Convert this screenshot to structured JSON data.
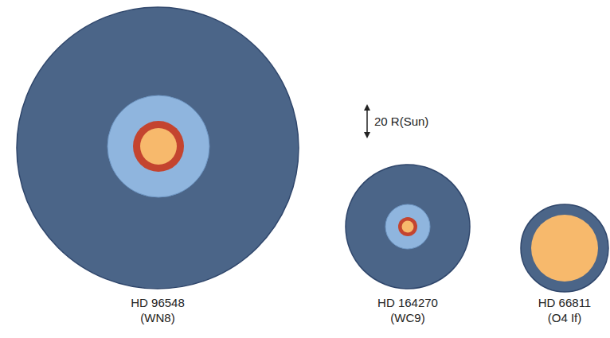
{
  "diagram": {
    "labels": [
      "20 R(Sun)",
      "HD 96548",
      "(WN8)",
      "HD 164270",
      "(WC9)",
      "HD 66811",
      "(O4 If)"
    ]
  }
}
